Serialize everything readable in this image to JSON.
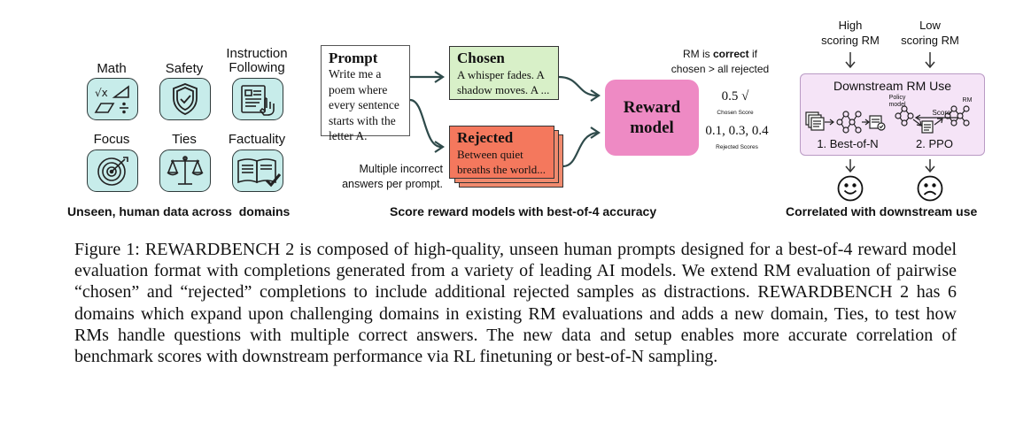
{
  "domains_panel": {
    "items": [
      {
        "label": "Math",
        "icon": "math-icon"
      },
      {
        "label": "Safety",
        "icon": "shield-icon"
      },
      {
        "label_line1": "Instruction",
        "label_line2": "Following",
        "icon": "document-pointer-icon"
      },
      {
        "label": "Focus",
        "icon": "target-icon"
      },
      {
        "label": "Ties",
        "icon": "scales-icon"
      },
      {
        "label": "Factuality",
        "icon": "book-check-icon"
      }
    ],
    "caption": "Unseen, human data across  domains",
    "icon_fill": "#c7ecea"
  },
  "scoring_panel": {
    "prompt": {
      "title": "Prompt",
      "lines": [
        "Write me a",
        "poem where",
        "every sentence",
        "starts with the",
        "letter A."
      ]
    },
    "chosen": {
      "title": "Chosen",
      "lines": [
        "A whisper fades. A",
        "shadow moves. A ..."
      ],
      "color": "#d8f0c8"
    },
    "rejected": {
      "title": "Rejected",
      "lines": [
        "Between quiet",
        "breaths the world..."
      ],
      "color": "#f4785d"
    },
    "multiple_note": {
      "line1": "Multiple incorrect",
      "line2": "answers per prompt."
    },
    "reward_model": {
      "line1": "Reward",
      "line2": "model",
      "color": "#ee8ac4"
    },
    "rule": {
      "prefix": "RM is ",
      "bold": "correct",
      "suffix": " if",
      "line2": "chosen > all rejected"
    },
    "chosen_score": "0.5 √",
    "chosen_score_label": "Chosen Score",
    "rejected_scores": "0.1, 0.3, 0.4",
    "rejected_scores_label": "Rejected Scores",
    "caption": "Score reward models with best-of-4 accuracy"
  },
  "downstream_panel": {
    "high_rm": {
      "line1": "High",
      "line2": "scoring RM"
    },
    "low_rm": {
      "line1": "Low",
      "line2": "scoring RM"
    },
    "title": "Downstream RM Use",
    "policy_label": {
      "line1": "Policy",
      "line2": "model"
    },
    "score_label": "Score",
    "rm_label": "RM",
    "method1": "1. Best-of-N",
    "method2": "2. PPO",
    "caption": "Correlated with downstream use",
    "box_color": "#f5e4f7"
  },
  "figure_caption": {
    "label": "Figure 1: ",
    "name_R": "R",
    "name_rest1": "EWARD",
    "name_B": "B",
    "name_rest2": "ENCH",
    "name_num": " 2",
    "text1": " is composed of high-quality, unseen human prompts designed for a best-of-4 reward model evaluation format with completions generated from a variety of leading AI models. We extend RM evaluation of pairwise “chosen” and “rejected” completions to include additional rejected samples as distractions. ",
    "text2": " has 6 domains which expand upon challenging domains in existing RM evaluations and adds a new domain, Ties, to test how RMs handle questions with multiple correct answers. The new data and setup enables more accurate correlation of benchmark scores with downstream performance via RL finetuning or best-of-N sampling."
  }
}
